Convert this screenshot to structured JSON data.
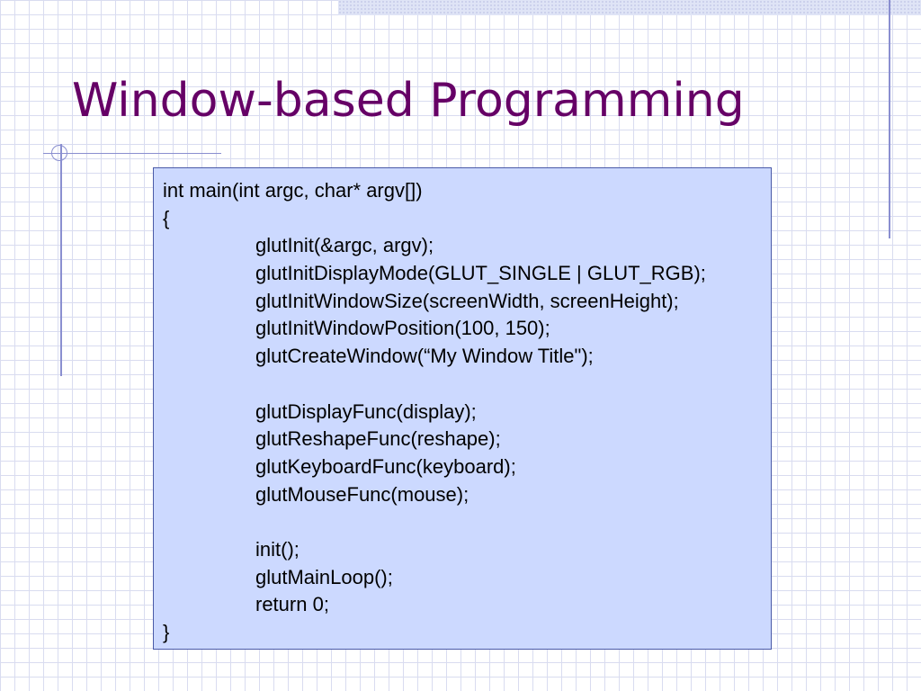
{
  "slide": {
    "title": "Window-based Programming",
    "code_lines": [
      {
        "text": "int main(int argc, char* argv[])",
        "indent": false
      },
      {
        "text": "{",
        "indent": false
      },
      {
        "text": "glutInit(&argc, argv);",
        "indent": true
      },
      {
        "text": "glutInitDisplayMode(GLUT_SINGLE | GLUT_RGB);",
        "indent": true
      },
      {
        "text": "glutInitWindowSize(screenWidth, screenHeight);",
        "indent": true
      },
      {
        "text": "glutInitWindowPosition(100, 150);",
        "indent": true
      },
      {
        "text": "glutCreateWindow(“My Window Title\");",
        "indent": true
      },
      {
        "text": "",
        "indent": true
      },
      {
        "text": "glutDisplayFunc(display);",
        "indent": true
      },
      {
        "text": "glutReshapeFunc(reshape);",
        "indent": true
      },
      {
        "text": "glutKeyboardFunc(keyboard);",
        "indent": true
      },
      {
        "text": "glutMouseFunc(mouse);",
        "indent": true
      },
      {
        "text": "",
        "indent": true
      },
      {
        "text": "init();",
        "indent": true
      },
      {
        "text": "glutMainLoop();",
        "indent": true
      },
      {
        "text": "return 0;",
        "indent": true
      },
      {
        "text": "}",
        "indent": false
      }
    ]
  },
  "colors": {
    "title": "#660066",
    "code_background": "#ccd9ff",
    "code_border": "#4a5aa8",
    "grid": "#d9dcf0",
    "accent_lines": "#8a8fd0"
  }
}
